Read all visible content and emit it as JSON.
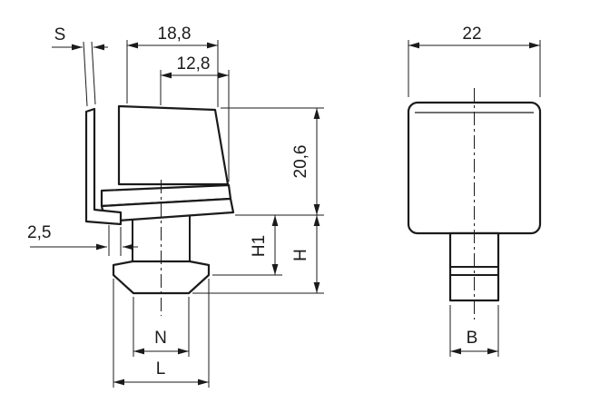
{
  "colors": {
    "line": "#1b1b1b",
    "background": "#ffffff"
  },
  "side_view": {
    "dims": {
      "s": "S",
      "top_width": "18,8",
      "top_inner_width": "12,8",
      "upper_height": "20,6",
      "hook_offset": "2,5",
      "h1": "H1",
      "h": "H",
      "n": "N",
      "l": "L"
    }
  },
  "front_view": {
    "dims": {
      "width": "22",
      "b": "B"
    }
  }
}
